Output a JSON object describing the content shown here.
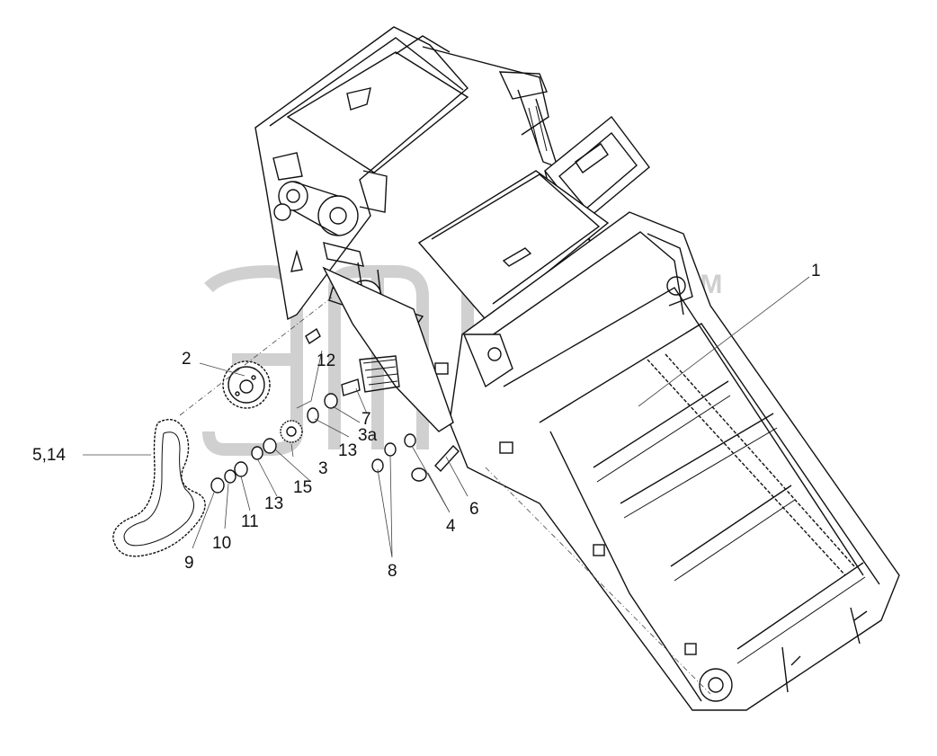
{
  "watermark": {
    "text": "TM"
  },
  "callouts": {
    "c1": "1",
    "c2": "2",
    "c3": "3",
    "c3a": "3а",
    "c4": "4",
    "c5_14": "5,14",
    "c6": "6",
    "c7": "7",
    "c8": "8",
    "c9": "9",
    "c10": "10",
    "c11": "11",
    "c12": "12",
    "c13a": "13",
    "c13b": "13",
    "c15": "15"
  }
}
